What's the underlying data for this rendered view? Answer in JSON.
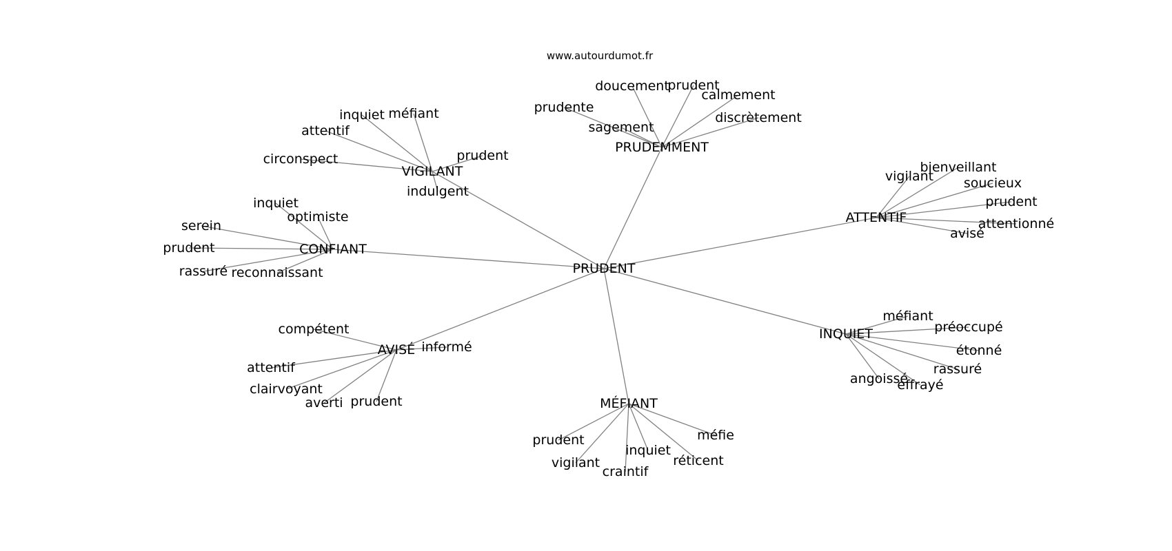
{
  "site": "www.autourdumot.fr",
  "colors": {
    "edge": "#808080",
    "text": "#000000",
    "background": "#ffffff"
  },
  "graph": {
    "center": "PRUDENT",
    "clusters": [
      {
        "hub": "PRUDEMMENT",
        "leaves": [
          "doucement",
          "prudent",
          "calmement",
          "prudente",
          "discrètement",
          "sagement"
        ]
      },
      {
        "hub": "VIGILANT",
        "leaves": [
          "inquiet",
          "méfiant",
          "attentif",
          "circonspect",
          "prudent",
          "indulgent"
        ]
      },
      {
        "hub": "ATTENTIF",
        "leaves": [
          "bienveillant",
          "vigilant",
          "soucieux",
          "prudent",
          "attentionné",
          "avisé"
        ]
      },
      {
        "hub": "CONFIANT",
        "leaves": [
          "inquiet",
          "optimiste",
          "serein",
          "prudent",
          "rassuré",
          "reconnaissant"
        ]
      },
      {
        "hub": "AVISÉ",
        "leaves": [
          "compétent",
          "informé",
          "attentif",
          "clairvoyant",
          "averti",
          "prudent"
        ]
      },
      {
        "hub": "INQUIET",
        "leaves": [
          "méfiant",
          "préoccupé",
          "étonné",
          "rassuré",
          "angoissé",
          "effrayé"
        ]
      },
      {
        "hub": "MÉFIANT",
        "leaves": [
          "méfie",
          "prudent",
          "inquiet",
          "réticent",
          "vigilant",
          "craintif"
        ]
      }
    ]
  }
}
